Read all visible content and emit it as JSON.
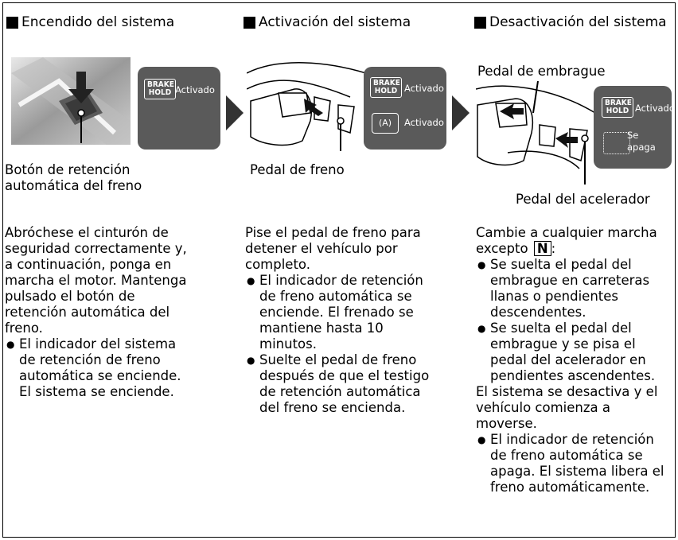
{
  "sections": [
    {
      "heading": "Encendido del sistema",
      "illustration": {
        "panel": {
          "brake_hold": "BRAKE HOLD",
          "status": "Activado"
        },
        "caption": [
          "Botón de retención",
          "automática del freno"
        ]
      },
      "intro": [
        "Abróchese el cinturón de",
        "seguridad correctamente y,",
        "a continuación, ponga en",
        "marcha el motor. Mantenga",
        "pulsado el botón de",
        "retención automática del",
        "freno."
      ],
      "bullets": [
        [
          "El indicador del sistema",
          "de retención de freno",
          "automática se enciende.",
          "El sistema se enciende."
        ]
      ]
    },
    {
      "heading": "Activación del sistema",
      "illustration": {
        "panel": {
          "brake_hold": "BRAKE HOLD",
          "status": "Activado",
          "auto_icon": "(A)",
          "status2": "Activado"
        },
        "caption": [
          "Pedal de freno"
        ]
      },
      "intro": [
        "Pise el pedal de freno para",
        "detener el vehículo por",
        "completo."
      ],
      "bullets": [
        [
          "El indicador de retención",
          "de freno automática se",
          "enciende. El frenado se",
          "mantiene hasta 10",
          "minutos."
        ],
        [
          "Suelte el pedal de freno",
          "después de que el testigo",
          "de retención automática",
          "del freno se encienda."
        ]
      ]
    },
    {
      "heading": "Desactivación del sistema",
      "illustration": {
        "label_top": "Pedal de embrague",
        "panel": {
          "brake_hold": "BRAKE HOLD",
          "status": "Activado",
          "off_text_1": "Se",
          "off_text_2": "apaga"
        },
        "caption": [
          "Pedal del acelerador"
        ]
      },
      "intro_line1": "Cambie a cualquier marcha",
      "intro_line2": "excepto",
      "gear": "N",
      "intro_suffix": ":",
      "bullets": [
        [
          "Se suelta el pedal del",
          "embrague en carreteras",
          "llanas o pendientes",
          "descendentes."
        ],
        [
          "Se suelta el pedal del",
          "embrague y se pisa el",
          "pedal del acelerador en",
          "pendientes ascendentes."
        ]
      ],
      "middle": [
        "El sistema se desactiva y el",
        "vehículo comienza a",
        "moverse."
      ],
      "bullets2": [
        [
          "El indicador de retención",
          "de freno automática se",
          "apaga. El sistema libera el",
          "freno automáticamente."
        ]
      ]
    }
  ]
}
